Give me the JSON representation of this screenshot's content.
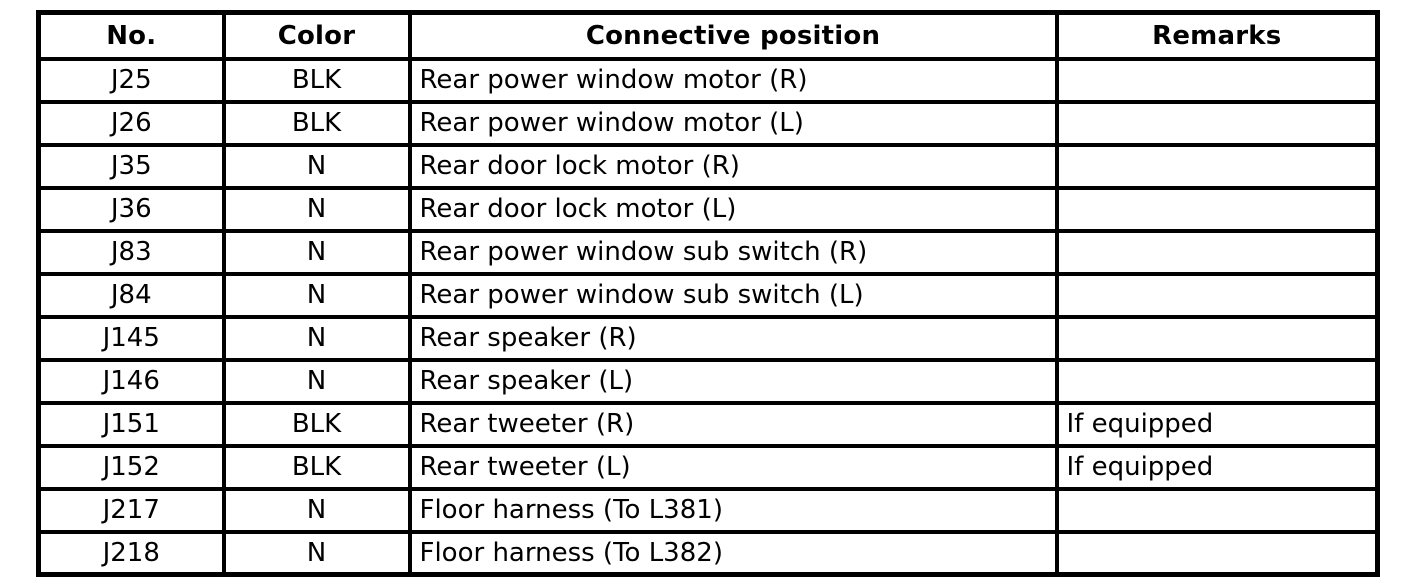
{
  "colors": {
    "border": "#000000",
    "background": "#ffffff",
    "text": "#000000"
  },
  "table": {
    "headers": [
      "No.",
      "Color",
      "Connective position",
      "Remarks"
    ],
    "rows": [
      {
        "no": "J25",
        "color": "BLK",
        "position": "Rear power window motor (R)",
        "remarks": ""
      },
      {
        "no": "J26",
        "color": "BLK",
        "position": "Rear power window motor (L)",
        "remarks": ""
      },
      {
        "no": "J35",
        "color": "N",
        "position": "Rear door lock motor (R)",
        "remarks": ""
      },
      {
        "no": "J36",
        "color": "N",
        "position": "Rear door lock motor (L)",
        "remarks": ""
      },
      {
        "no": "J83",
        "color": "N",
        "position": "Rear power window sub switch (R)",
        "remarks": ""
      },
      {
        "no": "J84",
        "color": "N",
        "position": "Rear power window sub switch (L)",
        "remarks": ""
      },
      {
        "no": "J145",
        "color": "N",
        "position": "Rear speaker (R)",
        "remarks": ""
      },
      {
        "no": "J146",
        "color": "N",
        "position": "Rear speaker (L)",
        "remarks": ""
      },
      {
        "no": "J151",
        "color": "BLK",
        "position": "Rear tweeter (R)",
        "remarks": "If equipped"
      },
      {
        "no": "J152",
        "color": "BLK",
        "position": "Rear tweeter (L)",
        "remarks": "If equipped"
      },
      {
        "no": "J217",
        "color": "N",
        "position": "Floor harness (To L381)",
        "remarks": ""
      },
      {
        "no": "J218",
        "color": "N",
        "position": "Floor harness (To L382)",
        "remarks": ""
      }
    ]
  }
}
